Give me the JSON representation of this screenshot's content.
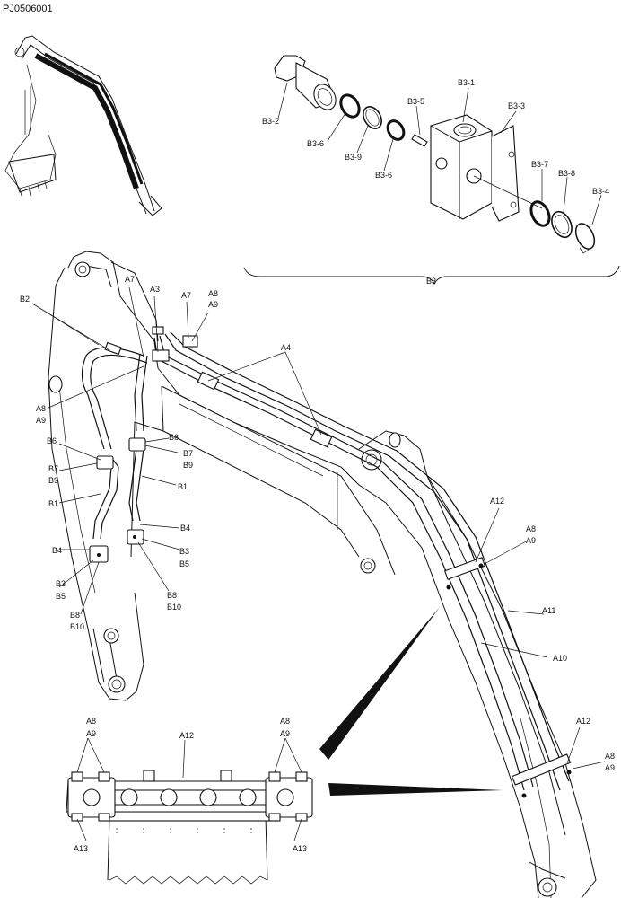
{
  "drawing_code": "PJ0506001",
  "labels": {
    "B3": "B3",
    "B3_1": "B3-1",
    "B3_2": "B3-2",
    "B3_3": "B3-3",
    "B3_4": "B3-4",
    "B3_5": "B3-5",
    "B3_6": "B3-6",
    "B3_7": "B3-7",
    "B3_8": "B3-8",
    "B3_9": "B3-9",
    "A3": "A3",
    "A4": "A4",
    "A7": "A7",
    "A8": "A8",
    "A9": "A9",
    "A10": "A10",
    "A11": "A11",
    "A12": "A12",
    "A13": "A13",
    "B1": "B1",
    "B2": "B2",
    "B3s": "B3",
    "B4": "B4",
    "B5": "B5",
    "B6": "B6",
    "B7": "B7",
    "B8": "B8",
    "B9": "B9",
    "B10": "B10"
  }
}
